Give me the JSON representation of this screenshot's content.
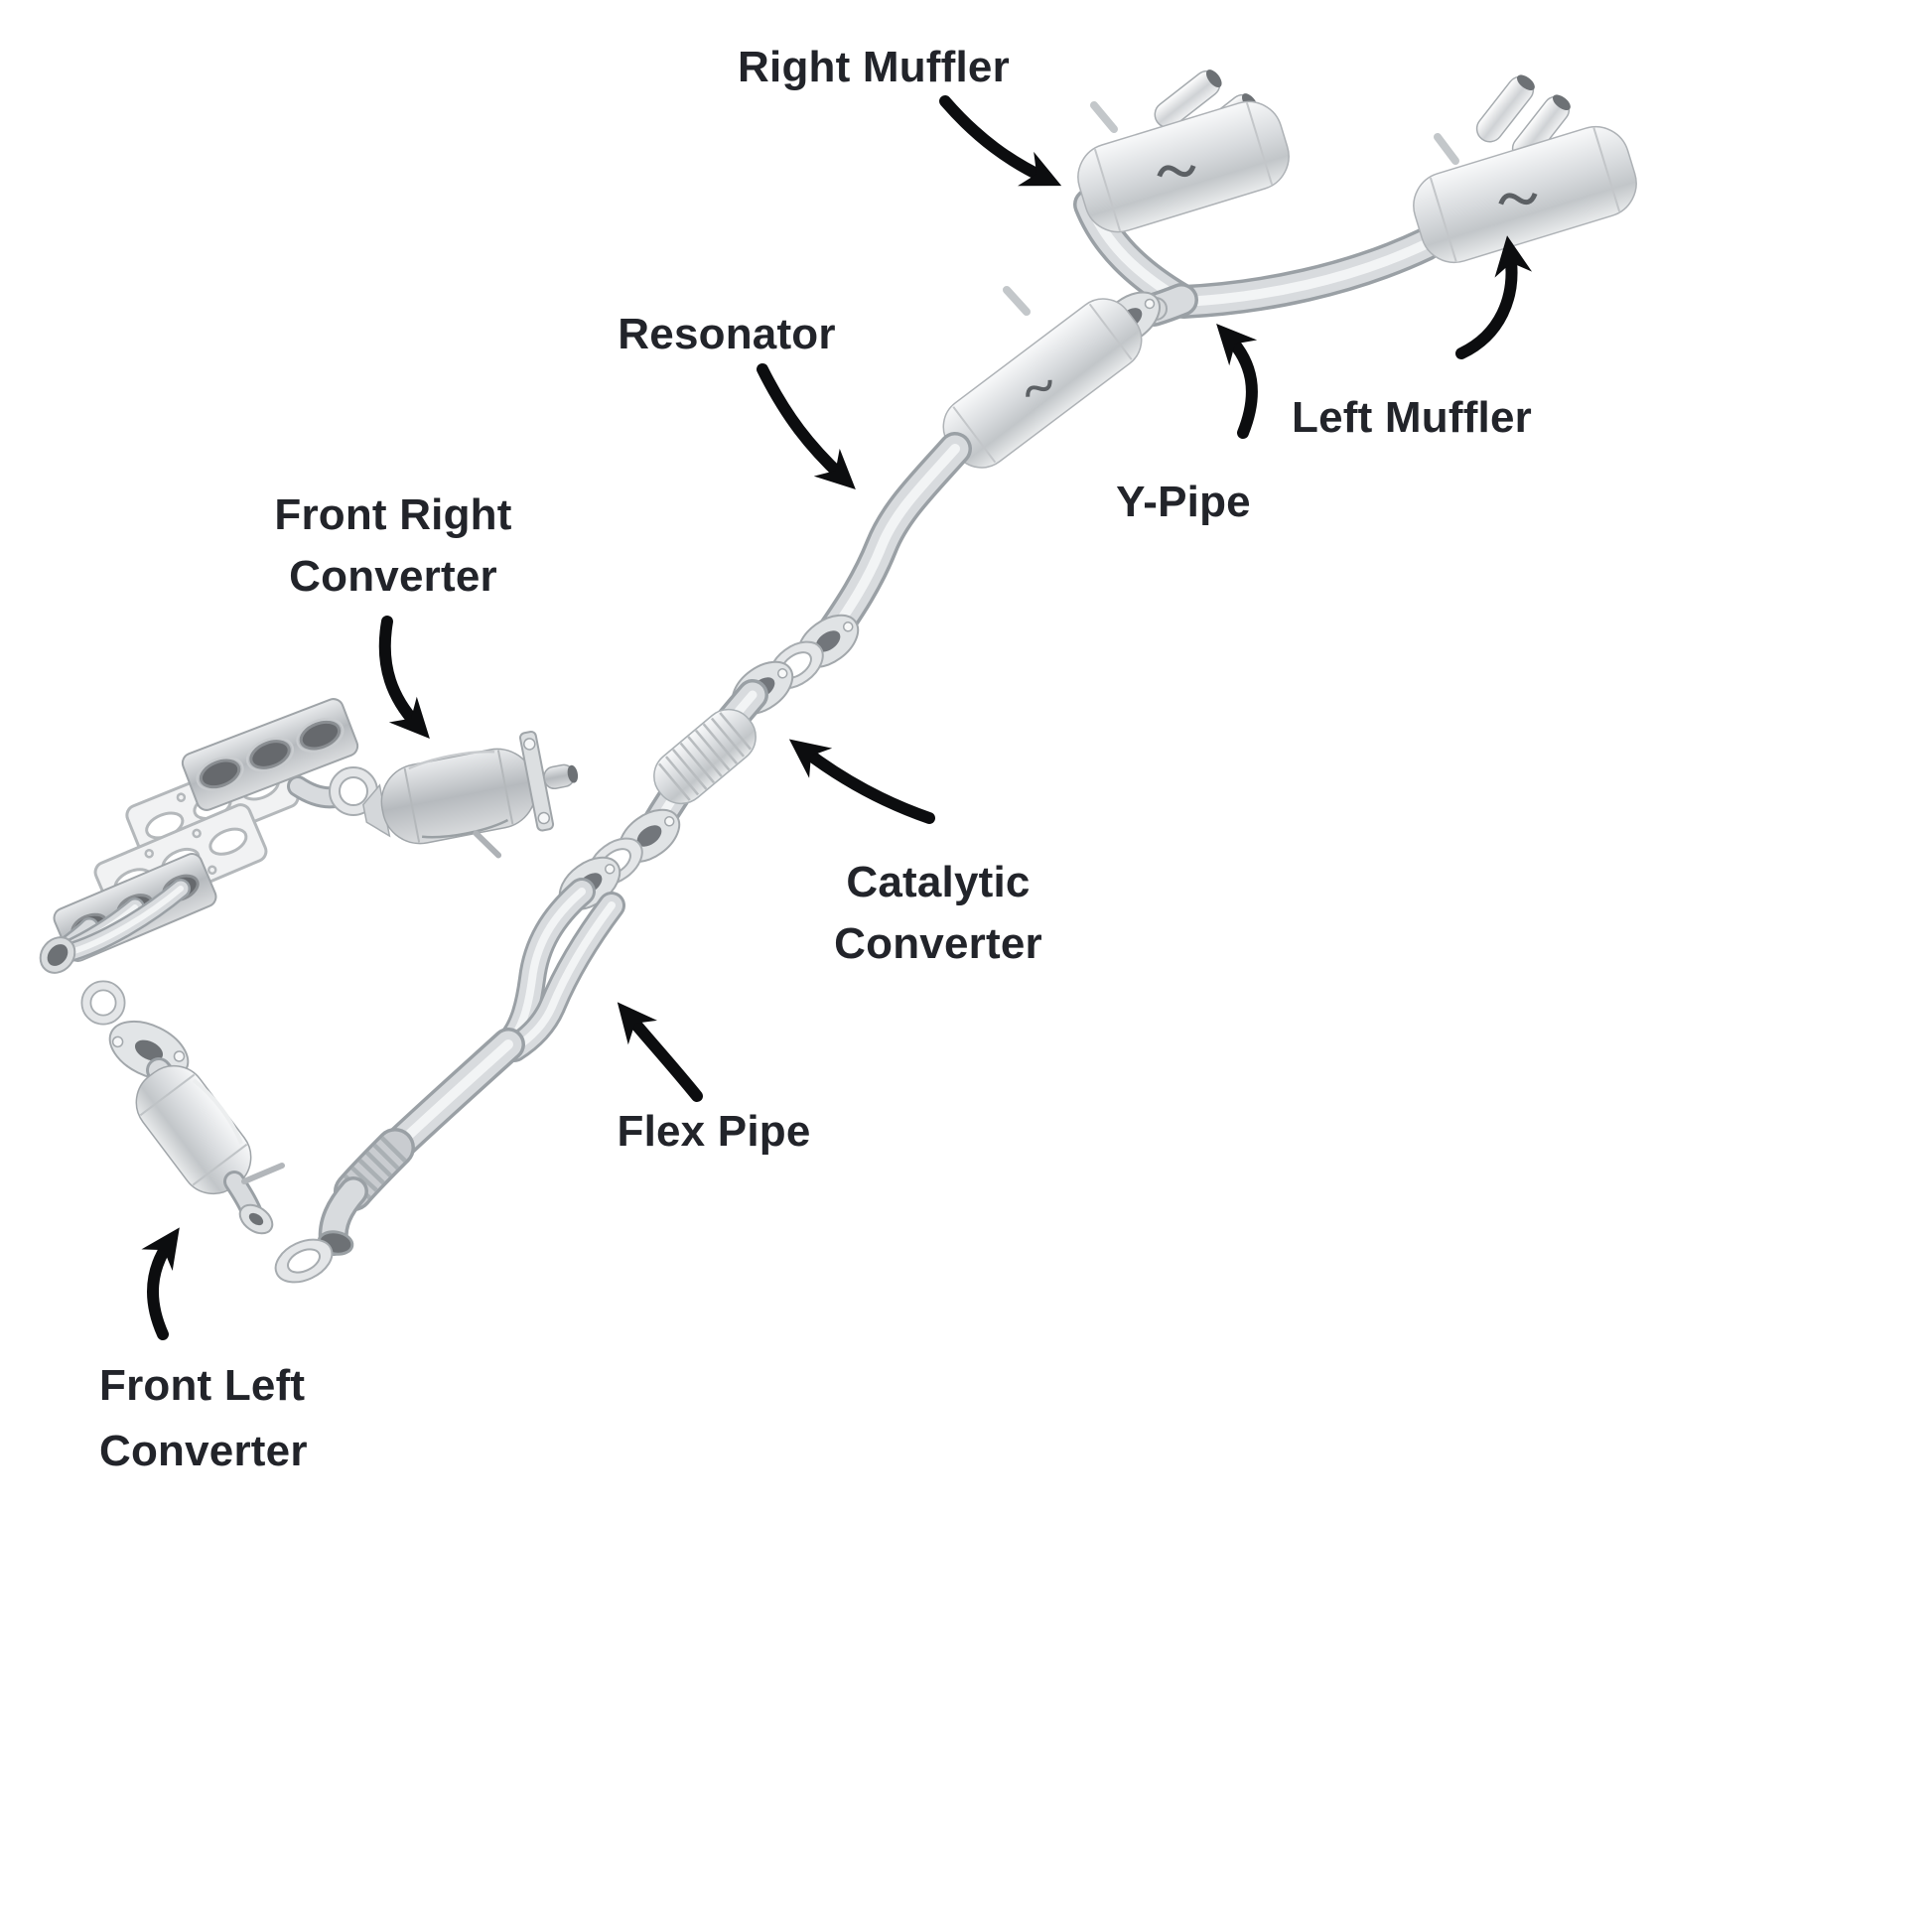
{
  "diagram": {
    "labels": {
      "right_muffler": {
        "text": "Right Muffler"
      },
      "resonator": {
        "text": "Resonator"
      },
      "left_muffler": {
        "text": "Left Muffler"
      },
      "y_pipe": {
        "text": "Y-Pipe"
      },
      "front_right_converter": {
        "line1": "Front Right",
        "line2": "Converter"
      },
      "catalytic_converter": {
        "line1": "Catalytic",
        "line2": "Converter"
      },
      "flex_pipe": {
        "text": "Flex Pipe"
      },
      "front_left_converter": {
        "line1": "Front Left",
        "line2": "Converter"
      }
    },
    "colors": {
      "background": "#ffffff",
      "label_text": "#22242a",
      "arrow": "#0c0d0f",
      "metal_light": "#f5f6f7",
      "metal_mid": "#d8dbde",
      "metal_dark": "#9aa0a5",
      "port_dark": "#6d7175"
    }
  }
}
